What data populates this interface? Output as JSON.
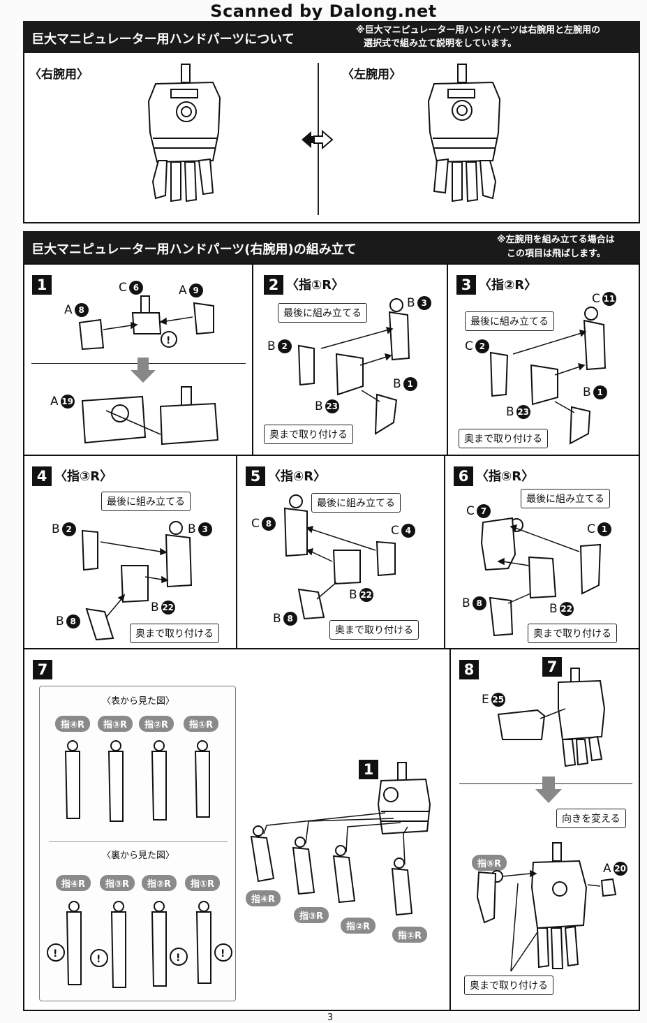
{
  "watermark": "Scanned by Dalong.net",
  "section1": {
    "title": "巨大マニピュレーター用ハンドパーツについて",
    "note_line1": "※巨大マニピュレーター用ハンドパーツは右腕用と左腕用の",
    "note_line2": "選択式で組み立て説明をしています。",
    "right_label": "〈右腕用〉",
    "left_label": "〈左腕用〉"
  },
  "section2": {
    "title": "巨大マニピュレーター用ハンドパーツ(右腕用)の組み立て",
    "note_line1": "※左腕用を組み立てる場合は",
    "note_line2": "この項目は飛ばします。"
  },
  "steps": [
    {
      "num": "1",
      "title": "",
      "labels": [
        {
          "letter": "C",
          "num": "6"
        },
        {
          "letter": "A",
          "num": "9"
        },
        {
          "letter": "A",
          "num": "8"
        },
        {
          "letter": "A",
          "num": "19"
        }
      ]
    },
    {
      "num": "2",
      "title": "〈指①R〉",
      "callout_top": "最後に組み立てる",
      "callout_bottom": "奥まで取り付ける",
      "labels": [
        {
          "letter": "B",
          "num": "3"
        },
        {
          "letter": "B",
          "num": "2"
        },
        {
          "letter": "B",
          "num": "1"
        },
        {
          "letter": "B",
          "num": "23"
        }
      ]
    },
    {
      "num": "3",
      "title": "〈指②R〉",
      "callout_top": "最後に組み立てる",
      "callout_bottom": "奥まで取り付ける",
      "labels": [
        {
          "letter": "C",
          "num": "11"
        },
        {
          "letter": "C",
          "num": "2"
        },
        {
          "letter": "B",
          "num": "1"
        },
        {
          "letter": "B",
          "num": "23"
        }
      ]
    },
    {
      "num": "4",
      "title": "〈指③R〉",
      "callout_top": "最後に組み立てる",
      "callout_bottom": "奥まで取り付ける",
      "labels": [
        {
          "letter": "B",
          "num": "2"
        },
        {
          "letter": "B",
          "num": "3"
        },
        {
          "letter": "B",
          "num": "22"
        },
        {
          "letter": "B",
          "num": "8"
        }
      ]
    },
    {
      "num": "5",
      "title": "〈指④R〉",
      "callout_top": "最後に組み立てる",
      "callout_bottom": "奥まで取り付ける",
      "labels": [
        {
          "letter": "C",
          "num": "8"
        },
        {
          "letter": "C",
          "num": "4"
        },
        {
          "letter": "B",
          "num": "22"
        },
        {
          "letter": "B",
          "num": "8"
        }
      ]
    },
    {
      "num": "6",
      "title": "〈指⑤R〉",
      "callout_top": "最後に組み立てる",
      "callout_bottom": "奥まで取り付ける",
      "labels": [
        {
          "letter": "C",
          "num": "7"
        },
        {
          "letter": "C",
          "num": "1"
        },
        {
          "letter": "B",
          "num": "8"
        },
        {
          "letter": "B",
          "num": "22"
        }
      ]
    },
    {
      "num": "7",
      "front_view": "〈表から見た図〉",
      "back_view": "〈裏から見た図〉",
      "fingers": [
        "指④R",
        "指③R",
        "指②R",
        "指①R"
      ],
      "ref_step": "1"
    },
    {
      "num": "8",
      "ref_step": "7",
      "callout_mid": "向きを変える",
      "callout_bottom": "奥まで取り付ける",
      "finger5": "指⑤R",
      "labels": [
        {
          "letter": "E",
          "num": "25"
        },
        {
          "letter": "A",
          "num": "20"
        }
      ]
    }
  ],
  "page_number": "3"
}
